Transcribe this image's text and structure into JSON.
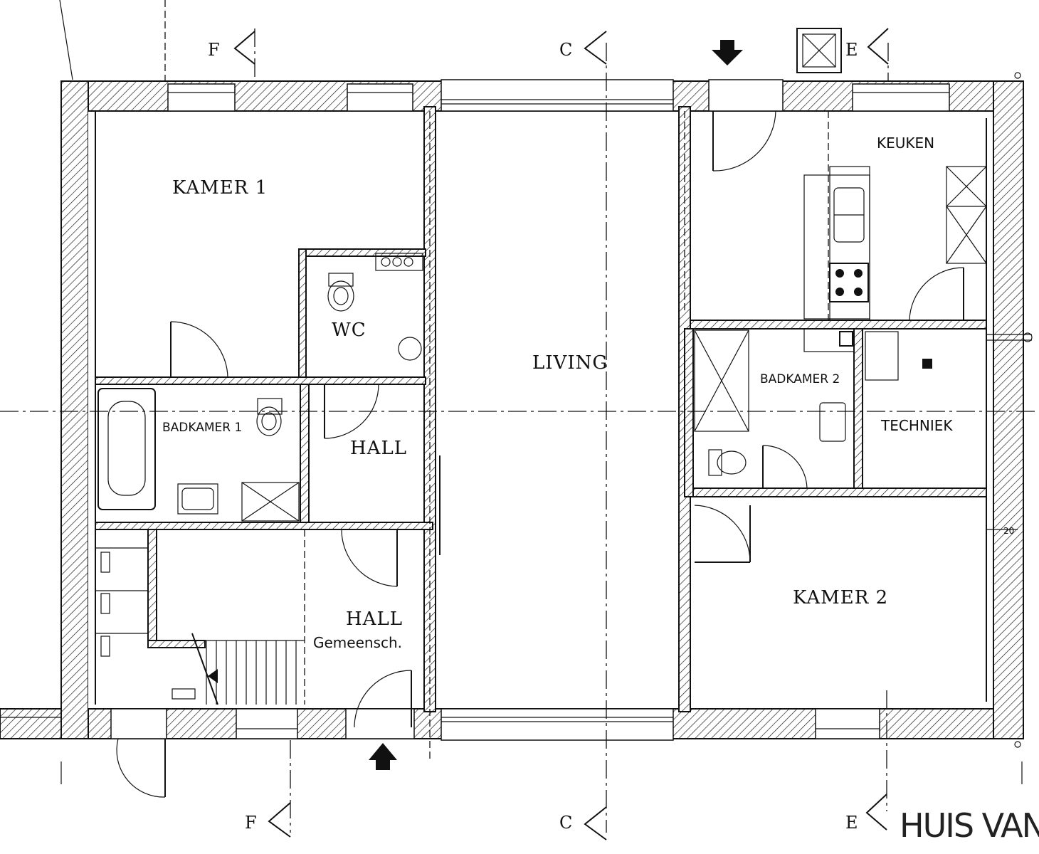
{
  "rooms": {
    "kamer1": "KAMER 1",
    "living": "LIVING",
    "keuken": "KEUKEN",
    "wc": "WC",
    "badkamer1": "BADKAMER 1",
    "hall_upper": "HALL",
    "hall_lower": "HALL",
    "gemeensch": "Gemeensch.",
    "badkamer2": "BADKAMER 2",
    "techniek": "TECHNIEK",
    "kamer2": "KAMER 2"
  },
  "sections": {
    "f_top": "F",
    "c_top": "C",
    "e_top": "E",
    "f_bottom": "F",
    "c_bottom": "C",
    "e_bottom": "E"
  },
  "dimension": "20",
  "title": "HUIS VAN D",
  "icons": {
    "entrance_top": "arrow-down-icon",
    "entrance_bottom": "arrow-up-icon",
    "skylight": "skylight-icon",
    "stair_direction": "arrow-left-icon"
  }
}
